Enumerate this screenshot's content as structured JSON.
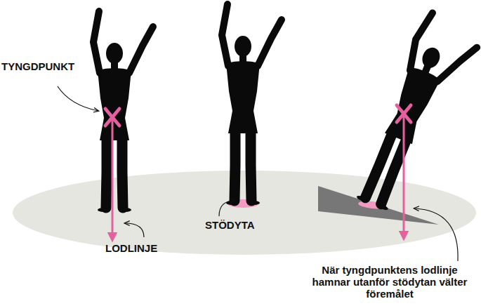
{
  "diagram": {
    "labels": [
      "TYNGDPUNKT",
      "LODLINJE",
      "STÖDYTA",
      "När tyngdpunktens lodlinje hamnar utanför stödytan välter föremålet"
    ]
  }
}
